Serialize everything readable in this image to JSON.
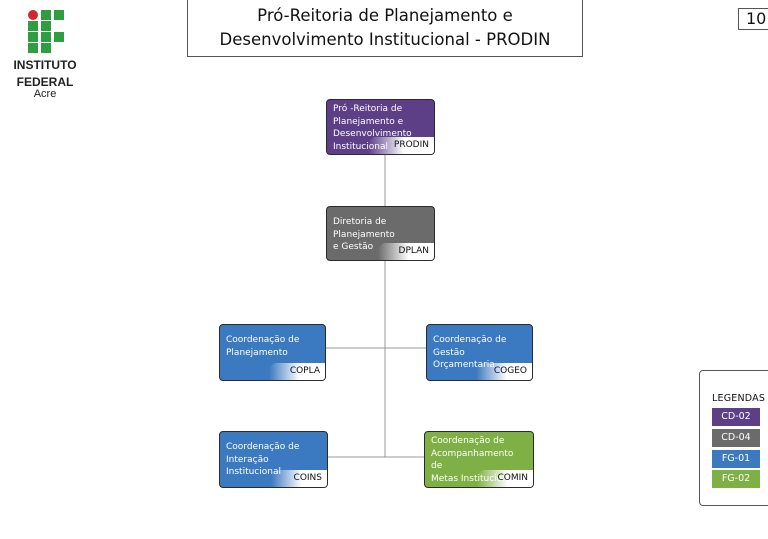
{
  "logo": {
    "line1": "INSTITUTO",
    "line2": "FEDERAL",
    "line3": "Acre",
    "red": "#d22630",
    "green": "#2e9e40"
  },
  "title": "Pró-Reitoria de Planejamento e\nDesenvolvimento Institucional - PRODIN",
  "page_number": "10",
  "colors": {
    "CD-02": "#5c3f87",
    "CD-04": "#6b6b6b",
    "FG-01": "#3b79c0",
    "FG-02": "#7fb046"
  },
  "nodes": {
    "prodin": {
      "label": "Pró -Reitoria de\nPlanejamento e\nDesenvolvimento\nInstitucional",
      "code": "PRODIN"
    },
    "dplan": {
      "label": "Diretoria de\nPlanejamento\ne Gestão",
      "code": "DPLAN"
    },
    "copla": {
      "label": "Coordenação de\nPlanejamento",
      "code": "COPLA"
    },
    "cogeo": {
      "label": "Coordenação de\nGestão Orçamentaria",
      "code": "COGEO"
    },
    "coins": {
      "label": "Coordenação de\nInteração  Institucional",
      "code": "COINS"
    },
    "comin": {
      "label": "Coordenação de\nAcompanhamento  de\nMetas Institucionais",
      "code": "COMIN"
    }
  },
  "legend": {
    "title": "LEGENDAS",
    "items": [
      {
        "label": "CD-02",
        "color": "#5c3f87"
      },
      {
        "label": "CD-04",
        "color": "#6b6b6b"
      },
      {
        "label": "FG-01",
        "color": "#3b79c0"
      },
      {
        "label": "FG-02",
        "color": "#7fb046"
      }
    ]
  }
}
